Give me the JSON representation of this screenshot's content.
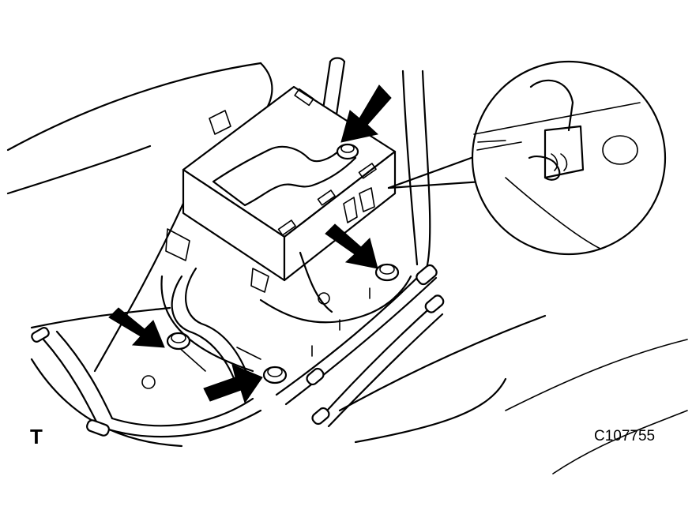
{
  "figure": {
    "view_marker": "T",
    "figure_code": "C107755"
  },
  "colors": {
    "ink": "#000000",
    "paper": "#ffffff"
  },
  "icons": [
    "arrow-pointer-icon",
    "bolt-icon",
    "clip-detail-callout"
  ]
}
